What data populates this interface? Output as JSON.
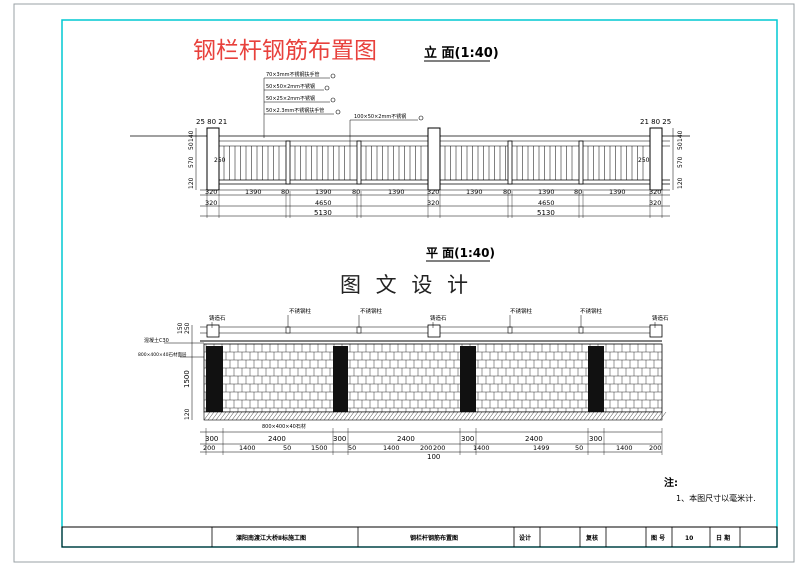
{
  "drawing": {
    "main_title": "钢栏杆钢筋布置图",
    "elevation_label": "立 面(1:40)",
    "plan_label": "平 面(1:40)",
    "watermark": "图 文 设 计"
  },
  "elevation": {
    "callouts": [
      "70×3mm不锈钢扶手管",
      "50×50×2mm不锈钢",
      "50×25×2mm不锈钢",
      "50×2.3mm不锈钢扶手管",
      "100×50×2mm不锈钢"
    ],
    "dim_row1": [
      "320",
      "1390",
      "80",
      "1390",
      "80",
      "1390",
      "320",
      "1390",
      "80",
      "1390",
      "80",
      "1390",
      "320"
    ],
    "dim_row2": [
      "320",
      "4650",
      "320",
      "4650",
      "320"
    ],
    "dim_row3": [
      "5130",
      "5130"
    ],
    "left_top_dims": "25 80 21",
    "right_top_dims": "21 80 25",
    "left_side_dims": [
      "140",
      "50",
      "570",
      "120"
    ],
    "right_side_dims": [
      "140",
      "50",
      "570",
      "120"
    ],
    "post_label_left": "250",
    "post_label_right": "250"
  },
  "plan": {
    "top_labels": [
      "铸造石",
      "不锈钢柱",
      "不锈钢柱",
      "铸造石",
      "不锈钢柱",
      "不锈钢柱",
      "铸造石"
    ],
    "left_labels": [
      "混凝土C30",
      "800×400×40石材面层"
    ],
    "left_dims": [
      "250",
      "150",
      "1500",
      "120"
    ],
    "bottom_note": "800×400×40石材",
    "dim_row1": [
      "300",
      "2400",
      "300",
      "2400",
      "300",
      "2400",
      "300"
    ],
    "dim_row2": [
      "200",
      "1400",
      "50",
      "1500",
      "50",
      "1400",
      "200",
      "200",
      "1400",
      "1499",
      "50",
      "1400",
      "200"
    ],
    "dim_total": "100"
  },
  "notes": {
    "title": "注:",
    "item": "1、本图尺寸以毫米计."
  },
  "title_block": {
    "project": "溧阳南渡江大桥Ⅱ标施工图",
    "drawing_name": "钢栏杆钢筋布置图",
    "design_label": "设计",
    "review_label": "复核",
    "sheet_label": "图 号",
    "sheet_no": "10",
    "date_label": "日 期"
  },
  "colors": {
    "frame": "#00c8d2",
    "lines": "#000000",
    "title": "#e8413c",
    "watermark": "#222222"
  }
}
